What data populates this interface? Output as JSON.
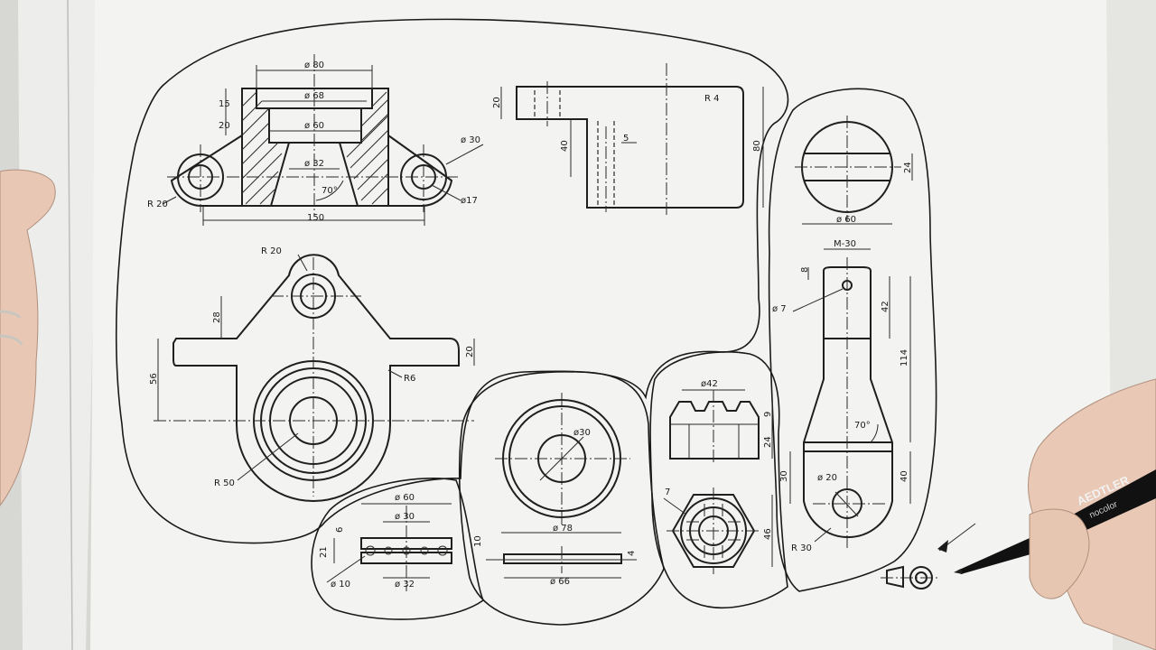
{
  "dims": {
    "d80": "ø 80",
    "d68": "ø 68",
    "d60a": "ø 60",
    "d32a": "ø 32",
    "d30a": "ø 30",
    "d17": "ø17",
    "r20a": "R 20",
    "l150": "150",
    "a70a": "70°",
    "l15": "15",
    "l20a": "20",
    "r4": "R 4",
    "l20b": "20",
    "l40a": "40",
    "l5": "5",
    "l80": "80",
    "r20b": "R 20",
    "l28": "28",
    "l56": "56",
    "l20c": "20",
    "r6": "R6",
    "r50": "R 50",
    "d60b": "ø 60",
    "d30b": "ø 30",
    "l6": "6",
    "l21": "21",
    "d10": "ø 10",
    "d32b": "ø 32",
    "d30c": "ø30",
    "d78": "ø 78",
    "l10": "10",
    "l4": "4",
    "d66": "ø 66",
    "d42": "ø42",
    "l9": "9",
    "l24a": "24",
    "l7": "7",
    "l46": "46",
    "l24b": "24",
    "d60c": "ø 60",
    "m30": "M-30",
    "l8": "8",
    "d7": "ø 7",
    "l42": "42",
    "l114": "114",
    "a70b": "70°",
    "l30": "30",
    "d20": "ø 20",
    "l40b": "40",
    "r30": "R 30"
  },
  "pen": {
    "brand_text": "AEDTLER",
    "model_text": "nocolor"
  }
}
